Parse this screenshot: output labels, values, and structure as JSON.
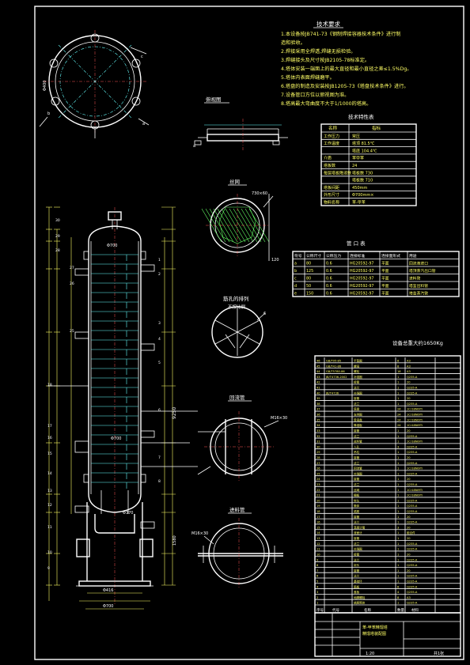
{
  "tech_requirements": {
    "title": "技术要求",
    "items": [
      "1.本设备按JB741-73《钢制焊接容器技术条件》进行制",
      "造和验收。",
      "2.焊接采用全焊透,焊缝无损检验。",
      "3.焊缝接头及尺寸按JB2105-78标准定。",
      "4.塔体安装一端面上的最大直径和最小直径之差≤1.5%Dg。",
      "5.塔体内表面焊缝磨平。",
      "6.塔盘的制造及安装按JB1205-73《塔盘技术条件》进行。",
      "7.设备管口方位以俯视图为准。",
      "8.塔高最大弯曲度不大于1/1000的塔高。"
    ]
  },
  "characteristics_table": {
    "title": "技术特性表",
    "header": [
      "名称",
      "指标"
    ],
    "rows": [
      [
        "工作压力",
        "常压"
      ],
      [
        "工作温度",
        "塔顶 81.5℃"
      ],
      [
        "",
        "塔底 104.4℃"
      ],
      [
        "介质",
        "苯甲苯"
      ],
      [
        "塔板数",
        "24"
      ],
      [
        "每层塔板降液数",
        "塔板数 730"
      ],
      [
        "",
        "塔板数 710"
      ],
      [
        "塔板间距",
        "450mm"
      ],
      [
        "外形尺寸",
        "Φ700mm×"
      ],
      [
        "物料名称",
        "苯-甲苯"
      ]
    ]
  },
  "nozzle_table": {
    "title": "管 口 表",
    "header": [
      "符号",
      "公称尺寸",
      "公称压力",
      "连接标准",
      "连接面形式",
      "用途"
    ],
    "rows": [
      [
        "a",
        "80",
        "0.6",
        "HG20592-97",
        "平面",
        "回流液进口"
      ],
      [
        "b",
        "125",
        "0.6",
        "HG20592-97",
        "平面",
        "塔顶蒸汽出口管"
      ],
      [
        "c",
        "80",
        "0.6",
        "HG20592-97",
        "平面",
        "进料管"
      ],
      [
        "d",
        "50",
        "0.6",
        "HG20592-97",
        "平面",
        "塔釜出料管"
      ],
      [
        "e",
        "150",
        "0.6",
        "HG20592-97",
        "平面",
        "塔釜蒸汽管"
      ]
    ]
  },
  "total_weight": "设备总重大约1650Kg",
  "view_labels": {
    "top_flange": "俯视图",
    "demister": "丝网",
    "rib_layout": "筋孔的排列",
    "rib_sub": "不按比例",
    "feed_pipe": "回流管",
    "inlet_pipe": "进料管"
  },
  "dimension_labels": {
    "shell_height": "9250",
    "bottom_left": "1580",
    "dia_top": "Φ700",
    "dia_mid": "Φ700",
    "dia_bot": "Φ416",
    "dia_inner": "Φ700",
    "bolt_label": "M16×30",
    "demister_size": "730×60",
    "rib_count": "6",
    "ring_dim": "Φ370"
  },
  "parts_list": {
    "rows": [
      [
        "46",
        "GB/T95-85",
        "平垫圈",
        "8",
        "A3"
      ],
      [
        "45",
        "GB/T41-86",
        "螺母",
        "8",
        "A3"
      ],
      [
        "44",
        "GB/T5780-86",
        "螺栓",
        "16",
        "A3"
      ],
      [
        "43",
        "JB/T4736-2002",
        "补强圈",
        "1",
        "Q235-A"
      ],
      [
        "42",
        "",
        "接管",
        "1",
        "20"
      ],
      [
        "41",
        "",
        "法兰",
        "1",
        "Q235-A"
      ],
      [
        "40",
        "JB/T4736",
        "补强圈",
        "1",
        "Q235-A"
      ],
      [
        "39",
        "",
        "接管",
        "1",
        "20"
      ],
      [
        "38",
        "",
        "法兰",
        "1",
        "Q235-A"
      ],
      [
        "37",
        "",
        "塔盘",
        "24",
        "1Cr18Ni9Ti"
      ],
      [
        "36",
        "",
        "支持圈",
        "24",
        "1Cr18Ni9Ti"
      ],
      [
        "35",
        "",
        "受液盘",
        "24",
        "1Cr18Ni9Ti"
      ],
      [
        "34",
        "",
        "降液板",
        "24",
        "1Cr18Ni9Ti"
      ],
      [
        "33",
        "",
        "接管",
        "1",
        "20"
      ],
      [
        "32",
        "",
        "法兰",
        "1",
        "Q235-A"
      ],
      [
        "31",
        "",
        "进料管",
        "1",
        "1Cr18Ni9Ti"
      ],
      [
        "30",
        "",
        "人孔",
        "3",
        "Q235-A"
      ],
      [
        "29",
        "",
        "吊柱",
        "1",
        "Q235-A"
      ],
      [
        "28",
        "",
        "接管",
        "1",
        "20"
      ],
      [
        "27",
        "",
        "法兰",
        "1",
        "Q235-A"
      ],
      [
        "26",
        "",
        "回流管",
        "1",
        "1Cr18Ni9Ti"
      ],
      [
        "25",
        "",
        "补强圈",
        "1",
        "Q235-A"
      ],
      [
        "24",
        "",
        "接管",
        "1",
        "20"
      ],
      [
        "23",
        "",
        "法兰",
        "1",
        "Q235-A"
      ],
      [
        "22",
        "",
        "丝网",
        "1",
        "1Cr18Ni9Ti"
      ],
      [
        "21",
        "",
        "栅板",
        "1",
        "1Cr18Ni9Ti"
      ],
      [
        "20",
        "",
        "封头",
        "1",
        "Q235-A"
      ],
      [
        "19",
        "",
        "筒体",
        "1",
        "Q235-A"
      ],
      [
        "18",
        "",
        "裙座",
        "1",
        "Q235-A"
      ],
      [
        "17",
        "",
        "接管",
        "1",
        "20"
      ],
      [
        "16",
        "",
        "法兰",
        "1",
        "Q235-A"
      ],
      [
        "15",
        "",
        "温度计管",
        "3",
        "20"
      ],
      [
        "14",
        "",
        "液面计",
        "1",
        "组合件"
      ],
      [
        "13",
        "",
        "接管",
        "1",
        "20"
      ],
      [
        "12",
        "",
        "法兰",
        "1",
        "Q235-A"
      ],
      [
        "11",
        "",
        "补强圈",
        "1",
        "Q235-A"
      ],
      [
        "10",
        "",
        "接管",
        "1",
        "20"
      ],
      [
        "9",
        "",
        "法兰",
        "1",
        "Q235-A"
      ],
      [
        "8",
        "",
        "封头",
        "1",
        "Q235-A"
      ],
      [
        "7",
        "",
        "接管",
        "1",
        "20"
      ],
      [
        "6",
        "",
        "法兰",
        "1",
        "Q235-A"
      ],
      [
        "5",
        "",
        "基础环",
        "1",
        "Q235-A"
      ],
      [
        "4",
        "",
        "筋板",
        "8",
        "Q235-A"
      ],
      [
        "3",
        "",
        "盖板",
        "4",
        "Q235-A"
      ],
      [
        "2",
        "",
        "地脚螺栓",
        "8",
        "A3"
      ],
      [
        "1",
        "",
        "裙座筒体",
        "1",
        "Q235-A"
      ]
    ],
    "header": [
      "序号",
      "代号",
      "名称",
      "数量",
      "材料"
    ]
  },
  "title_block": {
    "project": "苯-甲苯精馏塔",
    "drawing": "精馏塔装配图",
    "scale": "1:20",
    "sheet": "共1张"
  }
}
